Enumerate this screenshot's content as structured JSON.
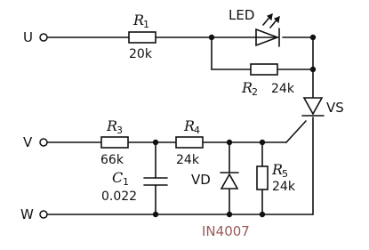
{
  "terminals": {
    "u": "U",
    "v": "V",
    "w": "W"
  },
  "r1": {
    "ref": "R",
    "sub": "1",
    "value": "20k"
  },
  "led": {
    "label": "LED"
  },
  "r2": {
    "ref": "R",
    "sub": "2",
    "value": "24k"
  },
  "vs": {
    "label": "VS"
  },
  "r3": {
    "ref": "R",
    "sub": "3",
    "value": "66k"
  },
  "r4": {
    "ref": "R",
    "sub": "4",
    "value": "24k"
  },
  "c1": {
    "ref": "C",
    "sub": "1",
    "value": "0.022"
  },
  "vd": {
    "label": "VD"
  },
  "r5": {
    "ref": "R",
    "sub": "5",
    "value": "24k"
  },
  "watermark": "IN4007"
}
